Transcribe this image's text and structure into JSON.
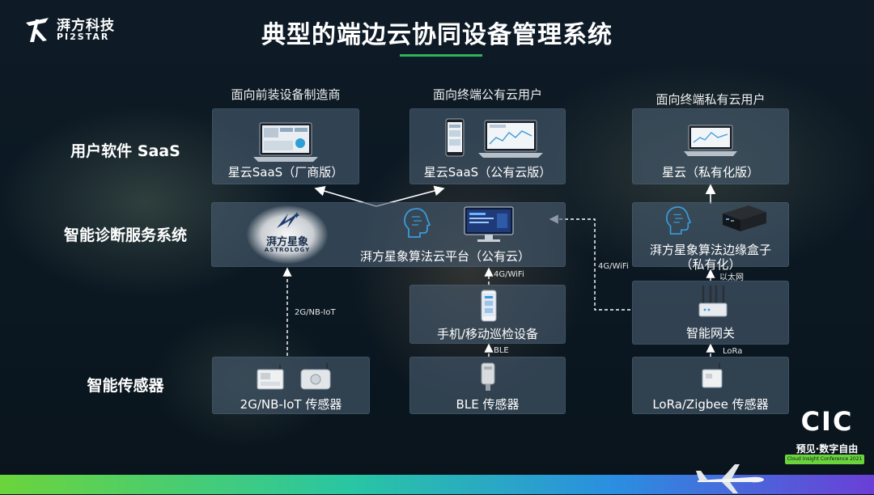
{
  "header": {
    "logo_cn": "湃方科技",
    "logo_en": "PI2STAR",
    "title": "典型的端边云协同设备管理系统"
  },
  "row_labels": {
    "saas": "用户软件 SaaS",
    "diagnosis": "智能诊断服务系统",
    "sensor": "智能传感器"
  },
  "columns": {
    "col1": "面向前装设备制造商",
    "col2": "面向终端公有云用户",
    "col3": "面向终端私有云用户"
  },
  "boxes": {
    "saas_vendor": "星云SaaS（厂商版）",
    "saas_public": "星云SaaS（公有云版）",
    "saas_private": "星云（私有化版）",
    "astrology_cn": "湃方星象",
    "astrology_en": "ASTROLOGY",
    "cloud_platform": "湃方星象算法云平台（公有云）",
    "edge_box_line1": "湃方星象算法边缘盒子",
    "edge_box_line2": "（私有化）",
    "mobile_device": "手机/移动巡检设备",
    "gateway": "智能网关",
    "sensor_nbiot": "2G/NB-IoT 传感器",
    "sensor_ble": "BLE 传感器",
    "sensor_lora": "LoRa/Zigbee 传感器"
  },
  "connectors": {
    "nbiot": "2G/NB-IoT",
    "wifi_mobile": "4G/WiFi",
    "wifi_gateway": "4G/WiFi",
    "ble": "BLE",
    "lora": "LoRa",
    "ethernet": "以太网"
  },
  "badge": {
    "brand": "CIC",
    "slogan": "预见·数字自由",
    "conference": "Cloud Insight Conference 2021"
  },
  "colors": {
    "accent_green": "#2fb35a",
    "box_fill": "#485c70",
    "icon_blue": "#3a9bd8"
  }
}
